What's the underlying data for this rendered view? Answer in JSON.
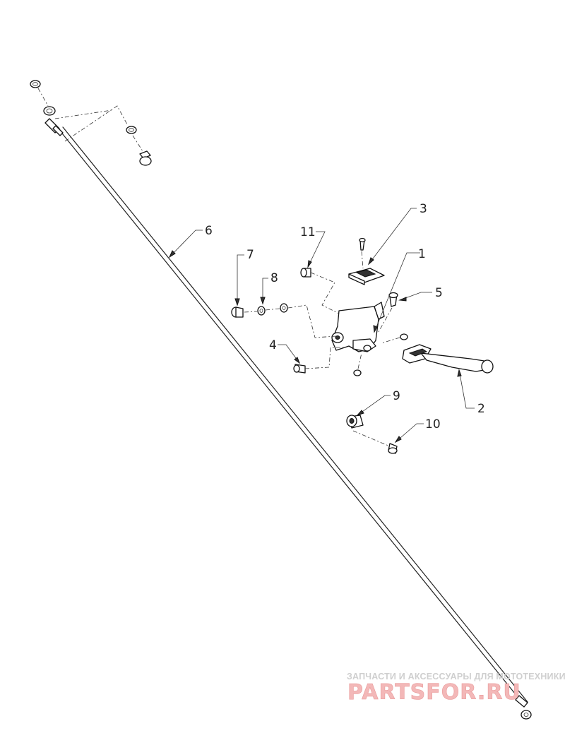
{
  "callouts": [
    {
      "id": "1",
      "text": "1"
    },
    {
      "id": "2",
      "text": "2"
    },
    {
      "id": "3",
      "text": "3"
    },
    {
      "id": "4",
      "text": "4"
    },
    {
      "id": "5",
      "text": "5"
    },
    {
      "id": "6",
      "text": "6"
    },
    {
      "id": "7",
      "text": "7"
    },
    {
      "id": "8",
      "text": "8"
    },
    {
      "id": "9",
      "text": "9"
    },
    {
      "id": "10",
      "text": "10"
    },
    {
      "id": "11",
      "text": "11"
    }
  ],
  "watermark": {
    "caption": "ЗАПЧАСТИ И АКСЕССУАРЫ ДЛЯ МОТОТЕХНИКИ",
    "logo": "PARTSFOR.RU",
    "color": "#f3b8b8"
  }
}
